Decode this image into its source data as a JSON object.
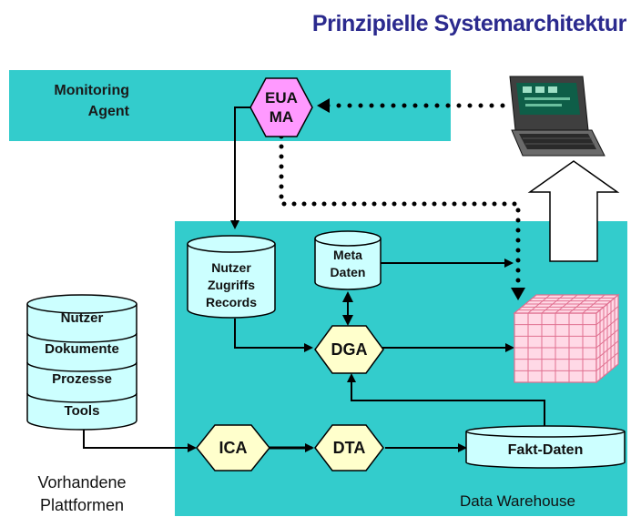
{
  "title": "Prinzipielle Systemarchitektur",
  "monitoring": {
    "label_line1": "Monitoring",
    "label_line2": "Agent"
  },
  "nodes": {
    "eua_ma": {
      "line1": "EUA",
      "line2": "MA"
    },
    "dga": "DGA",
    "ica": "ICA",
    "dta": "DTA"
  },
  "stores": {
    "nutzer_zugriffs": {
      "line1": "Nutzer",
      "line2": "Zugriffs",
      "line3": "Records"
    },
    "meta_daten": {
      "line1": "Meta",
      "line2": "Daten"
    },
    "fakt_daten": "Fakt-Daten"
  },
  "platform_stack": {
    "items": [
      "Nutzer",
      "Dokumente",
      "Prozesse",
      "Tools"
    ],
    "caption_line1": "Vorhandene",
    "caption_line2": "Plattformen"
  },
  "data_warehouse_label": "Data Warehouse",
  "colors": {
    "title": "#2b2a8e",
    "teal_region": "#33cccc",
    "hexagon_pink": "#ff99ff",
    "hexagon_yellow": "#ffffcc",
    "cylinder_fill": "#ccffff",
    "cube_fill": "#ffd9e6",
    "cube_grid": "#e07090"
  },
  "icons": {
    "device": "laptop-icon",
    "cube": "data-cube-icon"
  }
}
